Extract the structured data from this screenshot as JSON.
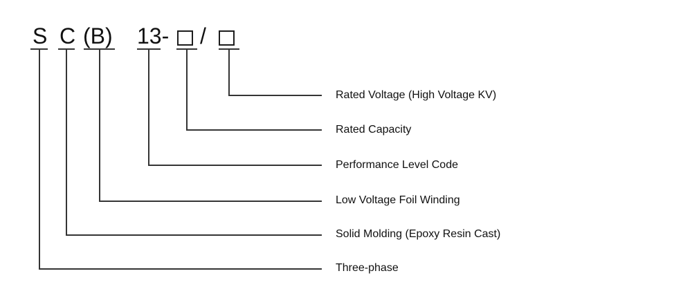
{
  "designation": {
    "segments": [
      {
        "symbol": "S",
        "meaning": "Three-phase"
      },
      {
        "symbol": "C",
        "meaning": "Solid Molding (Epoxy Resin Cast)"
      },
      {
        "symbol": "(B)",
        "meaning": "Low Voltage Foil Winding"
      },
      {
        "symbol": "13-",
        "meaning": "Performance Level Code"
      },
      {
        "symbol": "□",
        "meaning": "Rated Capacity"
      },
      {
        "symbol": "/",
        "meaning": ""
      },
      {
        "symbol": "□",
        "meaning": "Rated Voltage (High Voltage KV)"
      }
    ]
  },
  "colors": {
    "background": "#ffffff",
    "line": "#343434",
    "code_text": "#111111",
    "label_text": "#101010"
  }
}
